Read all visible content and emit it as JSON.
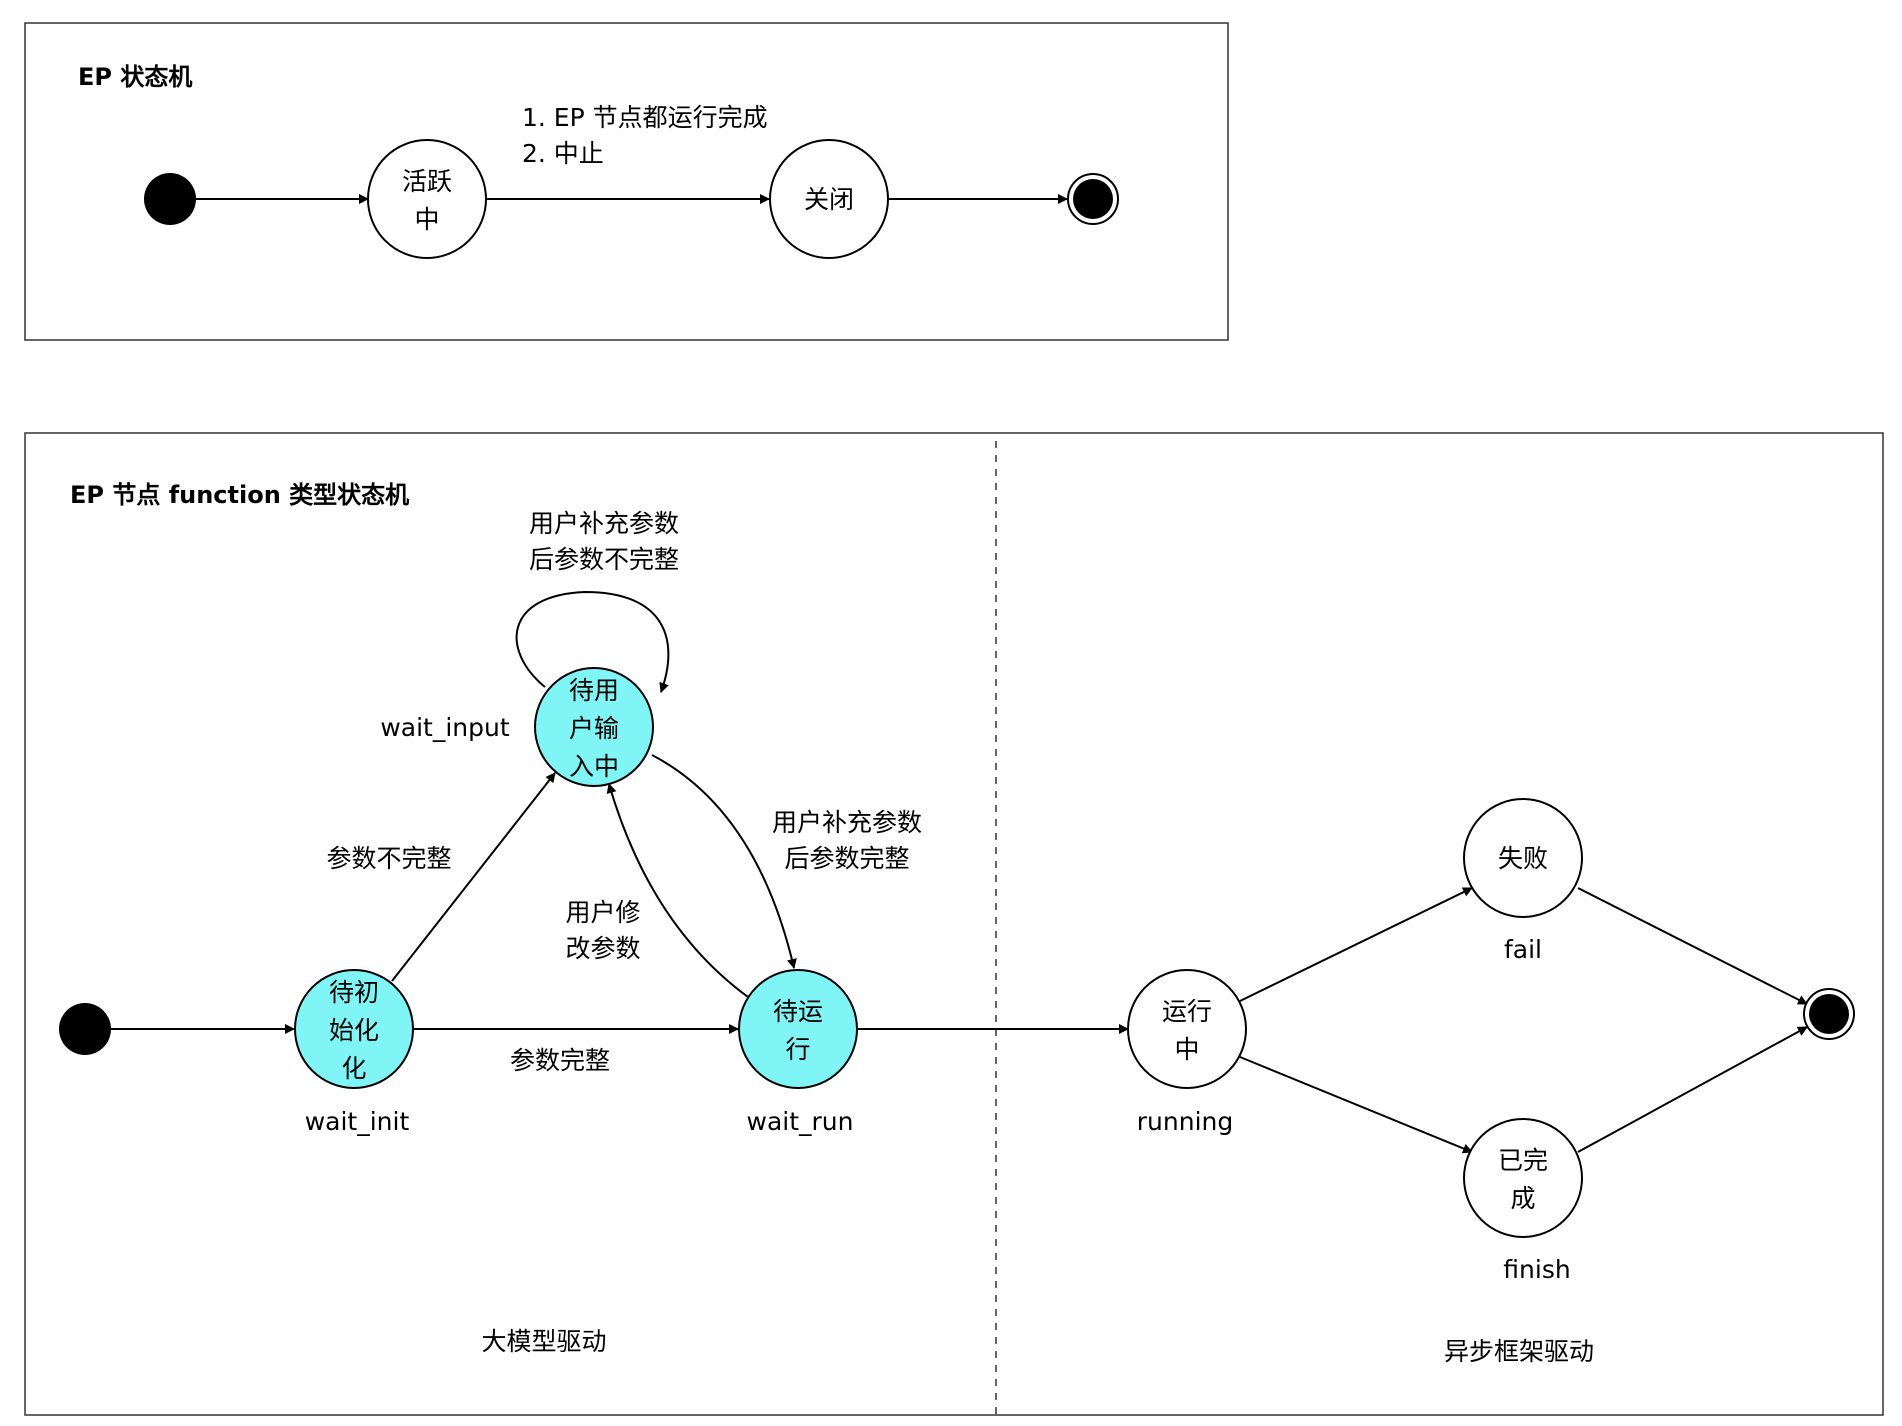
{
  "colors": {
    "active_state_fill": "#7ff5f5",
    "line": "#000000"
  },
  "top_diagram": {
    "title": "EP 状态机",
    "states": {
      "active": [
        "活跃",
        "中"
      ],
      "closed": "关闭"
    },
    "transition_label": [
      "1. EP 节点都运行完成",
      "2. 中止"
    ]
  },
  "bottom_diagram": {
    "title": "EP 节点 function 类型状态机",
    "left_section_label": "大模型驱动",
    "right_section_label": "异步框架驱动",
    "states": {
      "wait_init": {
        "text": [
          "待初",
          "始化",
          "化"
        ],
        "id_label": "wait_init"
      },
      "wait_input": {
        "text": [
          "待用",
          "户输",
          "入中"
        ],
        "id_label": "wait_input"
      },
      "wait_run": {
        "text": [
          "待运",
          "行"
        ],
        "id_label": "wait_run"
      },
      "running": {
        "text": [
          "运行",
          "中"
        ],
        "id_label": "running"
      },
      "fail": {
        "text": "失败",
        "id_label": "fail"
      },
      "finish": {
        "text": [
          "已完",
          "成"
        ],
        "id_label": "finish"
      }
    },
    "transitions": {
      "self_loop": [
        "用户补充参数",
        "后参数不完整"
      ],
      "incomplete": "参数不完整",
      "complete": "参数完整",
      "input_to_run": [
        "用户补充参数",
        "后参数完整"
      ],
      "modify": [
        "用户修",
        "改参数"
      ]
    }
  }
}
